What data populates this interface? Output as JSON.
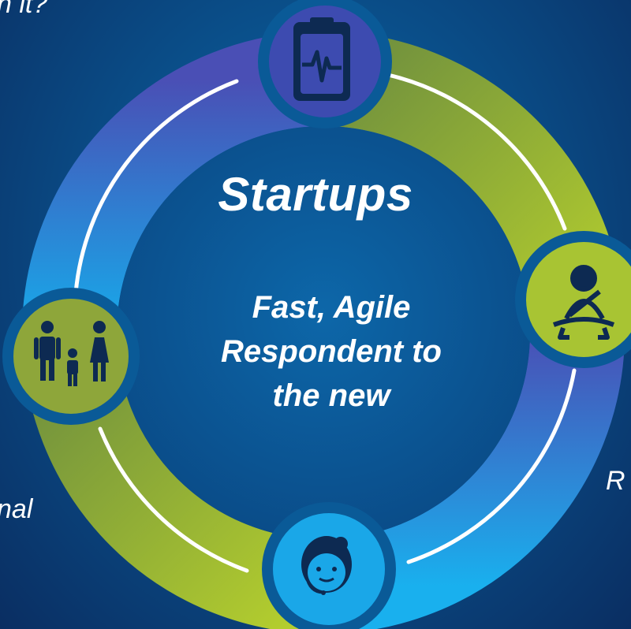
{
  "center": {
    "title": "Startups",
    "subtitle_lines": [
      "Fast, Agile",
      "Respondent to",
      "the new"
    ]
  },
  "edge_text": {
    "top_left": "h it?",
    "bottom_left": "nal",
    "right": "R"
  },
  "icons": [
    "clipboard-heartbeat-icon",
    "seatbelt-icon",
    "customer-support-icon",
    "family-icon"
  ],
  "colors": {
    "blue_segment_start": "#4a4fb5",
    "blue_segment_end": "#17aaea",
    "green_segment_start": "#6f8f3e",
    "green_segment_end": "#b3cd2e",
    "arc_line": "#ffffff"
  }
}
